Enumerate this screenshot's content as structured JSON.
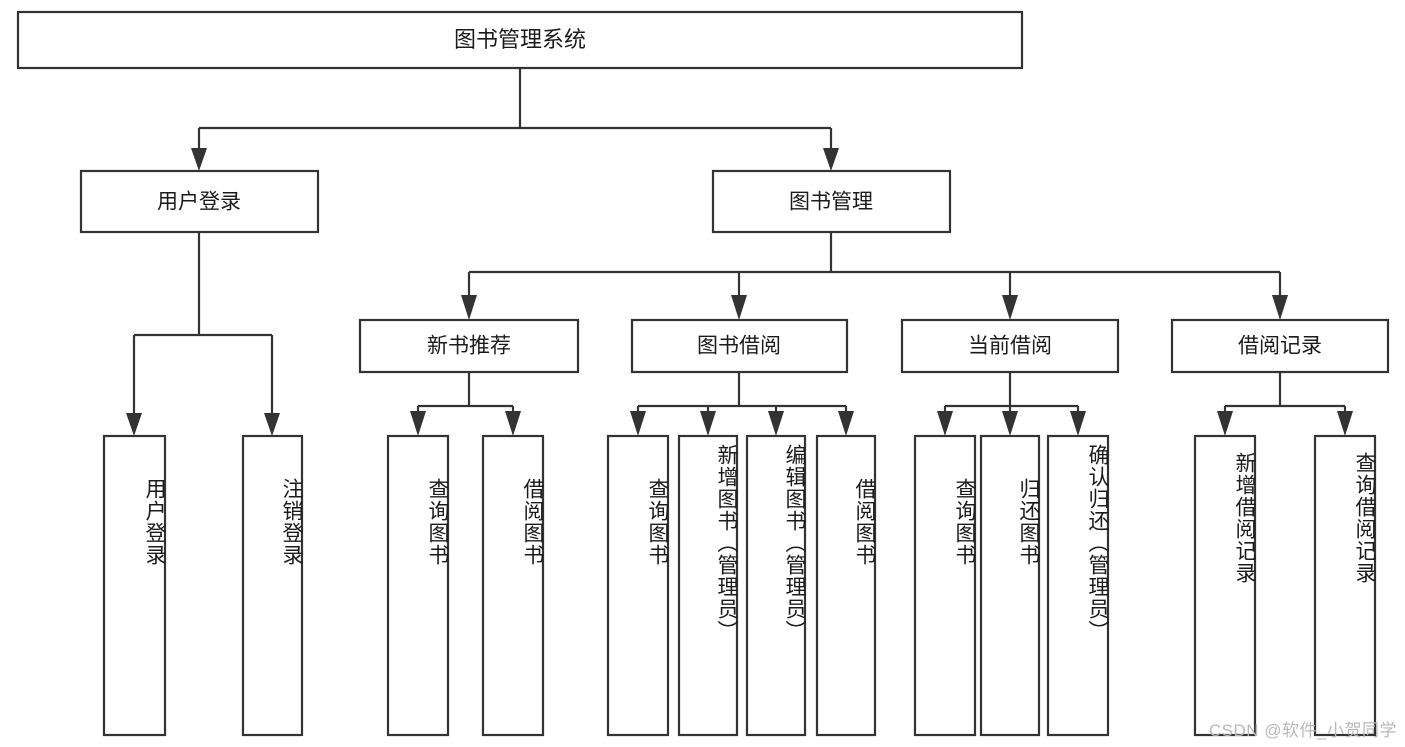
{
  "diagram": {
    "type": "tree-hierarchy-chart",
    "title": "图书管理系统",
    "orientation": "top-down",
    "colors": {
      "background": "#ffffff",
      "box_fill": "#ffffff",
      "box_stroke": "#333333",
      "text": "#1b1b1b",
      "watermark": "#b9b9b9"
    },
    "root": {
      "label": "图书管理系统"
    },
    "level1": [
      {
        "label": "用户登录"
      },
      {
        "label": "图书管理"
      }
    ],
    "level2": [
      {
        "label": "新书推荐",
        "parent": "图书管理"
      },
      {
        "label": "图书借阅",
        "parent": "图书管理"
      },
      {
        "label": "当前借阅",
        "parent": "图书管理"
      },
      {
        "label": "借阅记录",
        "parent": "图书管理"
      }
    ],
    "leaves": {
      "user_login": [
        {
          "label": "用户登录"
        },
        {
          "label": "注销登录"
        }
      ],
      "new_book_recommend": [
        {
          "label": "查询图书"
        },
        {
          "label": "借阅图书"
        }
      ],
      "book_borrow": [
        {
          "label": "查询图书"
        },
        {
          "label": "新增图书（管理员）"
        },
        {
          "label": "编辑图书（管理员）"
        },
        {
          "label": "借阅图书"
        }
      ],
      "current_borrow": [
        {
          "label": "查询图书"
        },
        {
          "label": "归还图书"
        },
        {
          "label": "确认归还（管理员）"
        }
      ],
      "borrow_record": [
        {
          "label": "新增借阅记录"
        },
        {
          "label": "查询借阅记录"
        }
      ]
    },
    "watermark": "CSDN @软件_小贺同学"
  }
}
